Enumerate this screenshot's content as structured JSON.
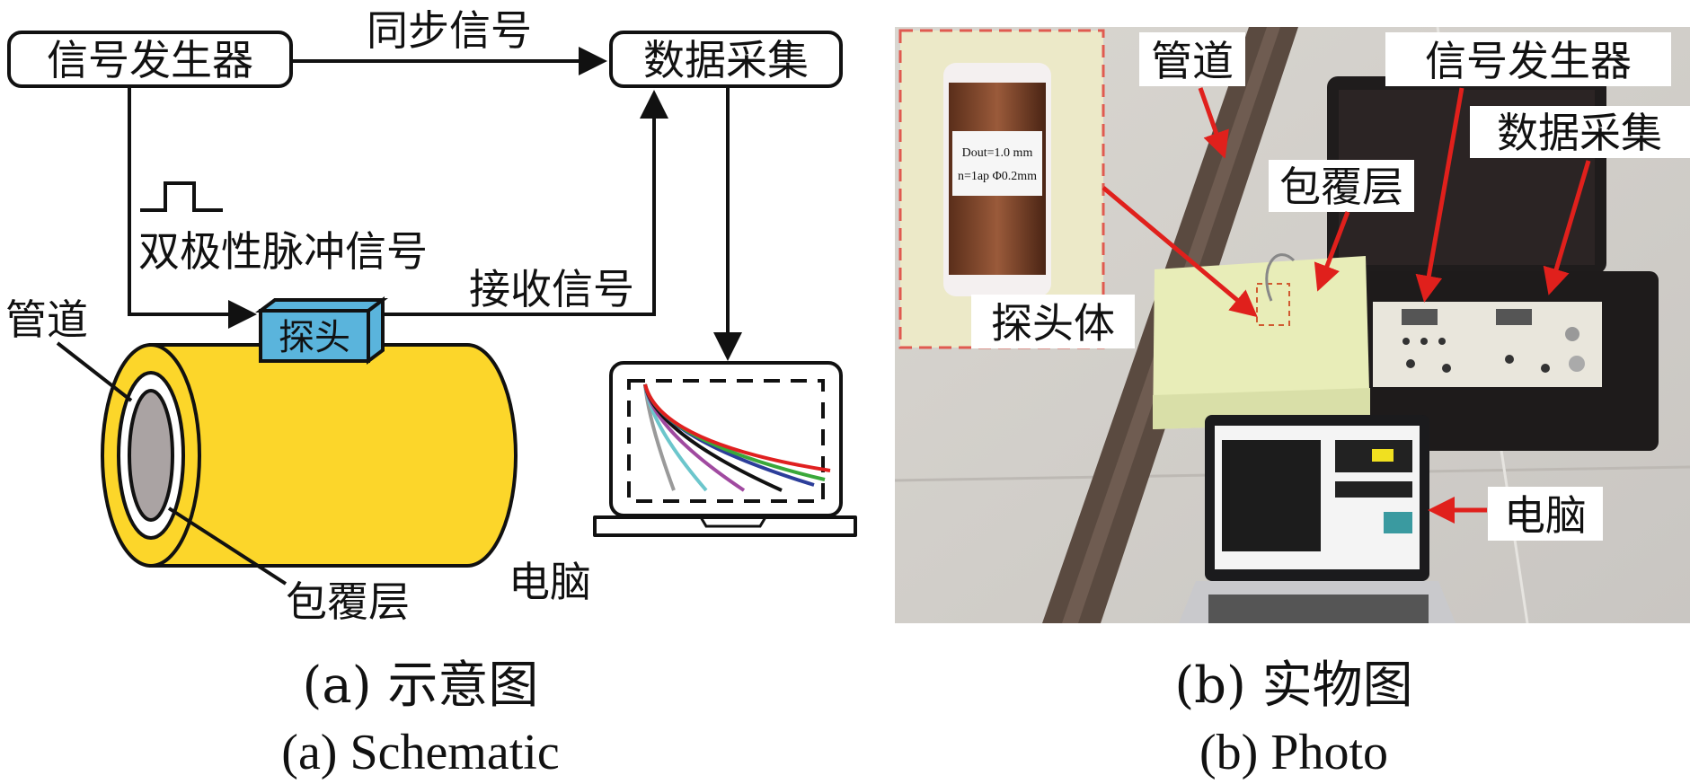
{
  "schematic": {
    "signal_generator": "信号发生器",
    "sync_signal": "同步信号",
    "data_acquisition": "数据采集",
    "bipolar_pulse": "双极性脉冲信号",
    "receive_signal": "接收信号",
    "probe": "探头",
    "pipe": "管道",
    "cladding": "包覆层",
    "computer": "电脑",
    "curve_colors": [
      "#9a9a9a",
      "#6cc6cc",
      "#a04aa0",
      "#111111",
      "#2c3e9a",
      "#3aa83a",
      "#e02020"
    ],
    "caption_cn": "(a)  示意图",
    "caption_en": "(a)  Schematic"
  },
  "photo": {
    "pipe": "管道",
    "signal_generator": "信号发生器",
    "data_acquisition": "数据采集",
    "cladding": "包覆层",
    "probe_body": "探头体",
    "computer": "电脑",
    "inset_coil_text_1": "Dout=1.0 mm",
    "inset_coil_text_2": "n=1ap Φ0.2mm",
    "caption_cn": "(b)  实物图",
    "caption_en": "(b)  Photo"
  },
  "colors": {
    "cladding": "#fcd62a",
    "probe": "#5ab4dc",
    "arrow": "#e0201c"
  }
}
